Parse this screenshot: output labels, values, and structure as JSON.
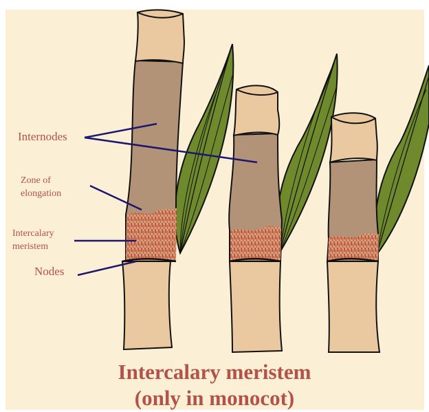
{
  "labels": {
    "internodes": "Internodes",
    "zone_line1": "Zone of",
    "zone_line2": "elongation",
    "meristem_line1": "Intercalary",
    "meristem_line2": "meristem",
    "nodes": "Nodes"
  },
  "title": {
    "line1": "Intercalary meristem",
    "line2": "(only in monocot)"
  },
  "colors": {
    "background": "#fbefd5",
    "text": "#b4524a",
    "pointer": "#1c1670",
    "stem_light": "#ebc9a0",
    "stem_dark": "#b29378",
    "leaf": "#6e8a2c",
    "meristem": "#c9573e"
  }
}
